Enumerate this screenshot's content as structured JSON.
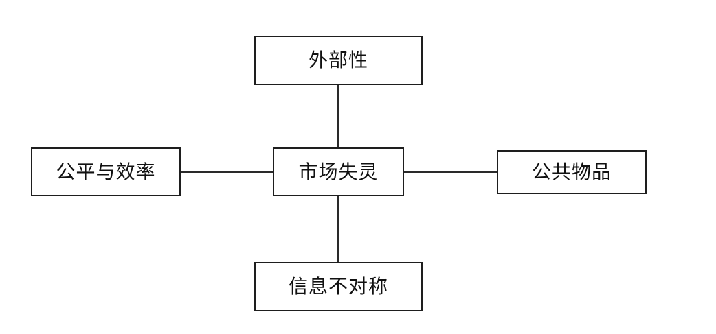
{
  "diagram": {
    "center": {
      "label": "市场失灵"
    },
    "top": {
      "label": "外部性"
    },
    "left": {
      "label": "公平与效率"
    },
    "right": {
      "label": "公共物品"
    },
    "bottom": {
      "label": "信息不对称"
    }
  },
  "colors": {
    "border": "#1e1e1e",
    "line": "#2a2a2a",
    "text": "#111111",
    "background": "#ffffff"
  }
}
